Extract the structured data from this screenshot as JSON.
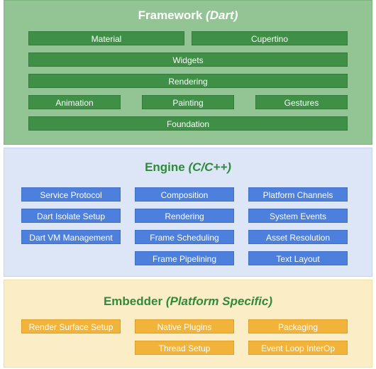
{
  "framework": {
    "title": "Framework",
    "subtitle": "(Dart)",
    "color": "#93c594",
    "items": [
      "Material",
      "Cupertino",
      "Widgets",
      "Rendering",
      "Animation",
      "Painting",
      "Gestures",
      "Foundation"
    ]
  },
  "engine": {
    "title": "Engine",
    "subtitle": "(C/C++)",
    "color": "#dce6f7",
    "items": [
      "Service Protocol",
      "Composition",
      "Platform Channels",
      "Dart Isolate Setup",
      "Rendering",
      "System Events",
      "Dart VM Management",
      "Frame Scheduling",
      "Asset Resolution",
      "Frame Pipelining",
      "Text Layout"
    ]
  },
  "embedder": {
    "title": "Embedder",
    "subtitle": "(Platform Specific)",
    "color": "#fbeec7",
    "items": [
      "Render Surface Setup",
      "Native Plugins",
      "Packaging",
      "Thread Setup",
      "Event Loop InterOp"
    ]
  }
}
